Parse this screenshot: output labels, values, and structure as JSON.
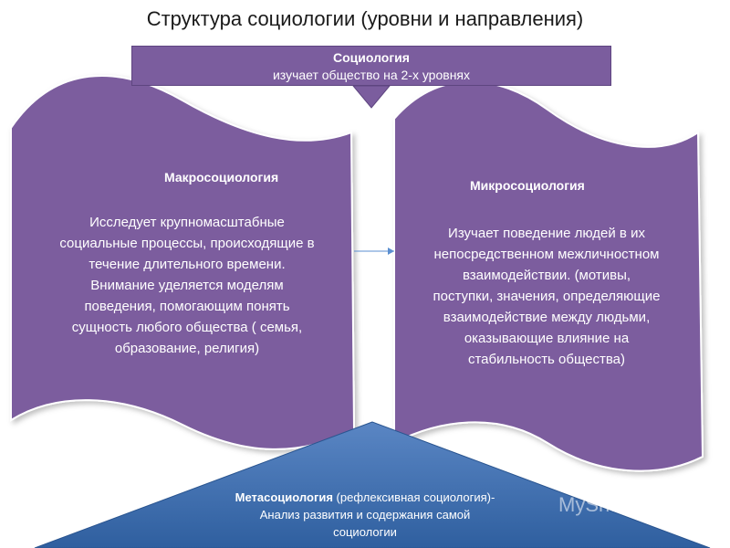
{
  "title": "Структура социологии (уровни и направления)",
  "top_box": {
    "title": "Социология",
    "subtitle": "изучает общество на 2-х уровнях"
  },
  "macro": {
    "heading": "Макросоциология",
    "body_lines": [
      "Исследует крупномасштабные",
      "социальные процессы, происходящие в",
      "течение длительного времени.",
      "Внимание уделяется моделям",
      "поведения, помогающим понять",
      "сущность любого общества ( семья,",
      "образование, религия)"
    ]
  },
  "micro": {
    "heading": "Микросоциология",
    "body_lines": [
      "Изучает поведение людей в их",
      "непосредственном межличностном",
      "взаимодействии. (мотивы,",
      "поступки, значения, определяющие",
      "взаимодействие между людьми,",
      "оказывающие влияние на",
      "стабильность общества)"
    ]
  },
  "meta": {
    "term": "Метасоциология",
    "term_note": " (рефлексивная социология)-",
    "line2": "Анализ развития и содержания самой",
    "line3": "социологии"
  },
  "watermark": "MyShared",
  "colors": {
    "purple": "#7b5d9e",
    "triangle_blue": "#3d6fb3"
  }
}
